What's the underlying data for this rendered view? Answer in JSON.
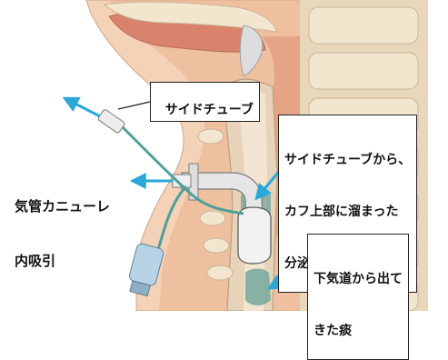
{
  "labels": {
    "side_tube": "サイドチューブ",
    "trach_suction_line1": "気管カニューレ",
    "trach_suction_line2": "内吸引",
    "above_cuff_line1": "サイドチューブから、",
    "above_cuff_line2": "カフ上部に溜まった",
    "above_cuff_line3": "分泌物を吸引",
    "lower_airway_line1": "下気道から出て",
    "lower_airway_line2": "きた痰"
  },
  "colors": {
    "arrow": "#2aa8d8",
    "skin": "#f4d2b8",
    "tissue": "#e9b08c",
    "bone": "#f3e6cf",
    "trachea": "#e7d3b9",
    "mucosa": "#e39b7f",
    "tube": "#e6e6e6",
    "tubing": "#4e9f95",
    "secretion": "#76a89e"
  }
}
